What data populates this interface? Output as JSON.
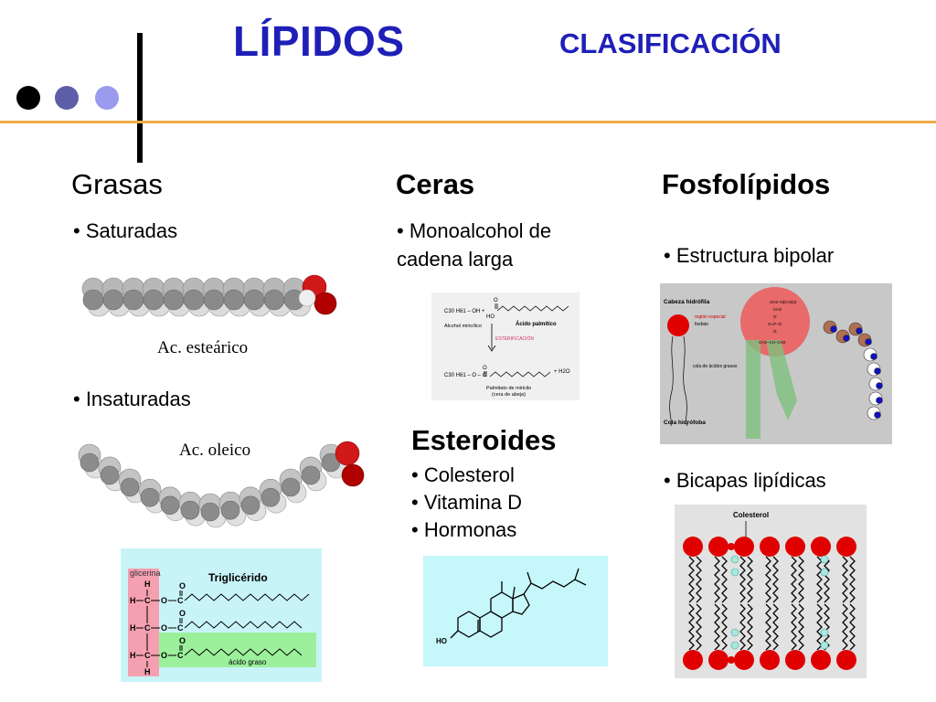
{
  "header": {
    "title": "LÍPIDOS",
    "subtitle": "CLASIFICACIÓN"
  },
  "decor": {
    "dot_colors": [
      "#000000",
      "#5e5ea8",
      "#9a9aee"
    ],
    "accent_line": "#f0ab4a",
    "title_color": "#1f1fb8"
  },
  "grasas": {
    "heading": "Grasas",
    "item1": "• Saturadas",
    "molecule1_label": "Ac. esteárico",
    "item2": "• Insaturadas",
    "molecule2_label": "Ac. oleico",
    "triglyceride": {
      "title": "Triglicérido",
      "glycerol_label": "glicerina",
      "fatty_acid_label": "ácido graso"
    }
  },
  "ceras": {
    "heading": "Ceras",
    "item1_line1": "• Monoalcohol de",
    "item1_line2": "cadena larga",
    "diagram": {
      "alcohol_formula": "C30 H61 – OH +",
      "alcohol_name": "Alcohol miricílico",
      "acid_name": "Ácido palmítico",
      "reaction": "ESTERIFICACIÓN",
      "product_formula": "C30 H61 – O – C",
      "water": "+ H2O",
      "product_name": "Palmitato de miricilo",
      "product_note": "(cera de abeja)"
    }
  },
  "esteroides": {
    "heading": "Esteroides",
    "items": [
      "• Colesterol",
      "• Vitamina D",
      "• Hormonas"
    ],
    "ho_label": "HO"
  },
  "fosfolipidos": {
    "heading": "Fosfolípidos",
    "item1": "• Estructura bipolar",
    "item2": "• Bicapas lipídicas",
    "diagram": {
      "head_label": "Cabeza hidrófila",
      "special_region": "región especial",
      "phosphate": "fosfato",
      "tails_label": "cola de ácidos grasos",
      "tail_label": "Cola hidrófoba"
    },
    "bilayer_label": "Colesterol"
  }
}
